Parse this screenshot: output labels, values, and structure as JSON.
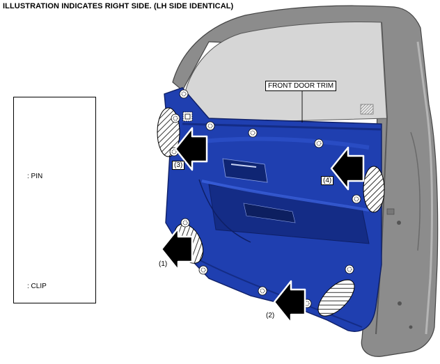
{
  "header": {
    "title": "ILLUSTRATION INDICATES RIGHT SIDE. (LH SIDE IDENTICAL)"
  },
  "legend": {
    "pin_label": ": PIN",
    "clip_label": ": CLIP"
  },
  "callout": {
    "trim_label": "FRONT DOOR TRIM"
  },
  "arrows": [
    {
      "label": "(1)"
    },
    {
      "label": "(2)"
    },
    {
      "label": "(3)"
    },
    {
      "label": "(4)"
    }
  ],
  "colors": {
    "trim_blue": "#1f3fb0",
    "trim_dark": "#142c86",
    "door_gray": "#8c8c8c",
    "glass_gray": "#d6d6d6"
  }
}
